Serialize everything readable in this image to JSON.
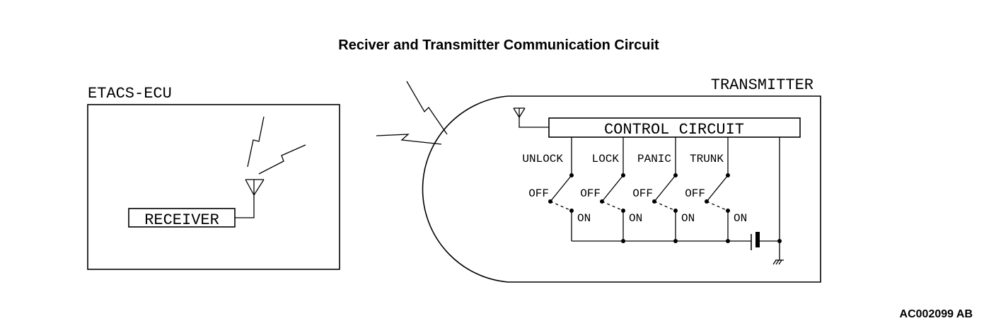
{
  "title": "Reciver and Transmitter Communication Circuit",
  "reference_code": "AC002099 AB",
  "ecu": {
    "label": "ETACS-ECU",
    "receiver_label": "RECEIVER"
  },
  "transmitter": {
    "label": "TRANSMITTER",
    "control_circuit_label": "CONTROL CIRCUIT",
    "switches": [
      {
        "name": "UNLOCK",
        "off_label": "OFF",
        "on_label": "ON"
      },
      {
        "name": "LOCK",
        "off_label": "OFF",
        "on_label": "ON"
      },
      {
        "name": "PANIC",
        "off_label": "OFF",
        "on_label": "ON"
      },
      {
        "name": "TRUNK",
        "off_label": "OFF",
        "on_label": "ON"
      }
    ]
  }
}
